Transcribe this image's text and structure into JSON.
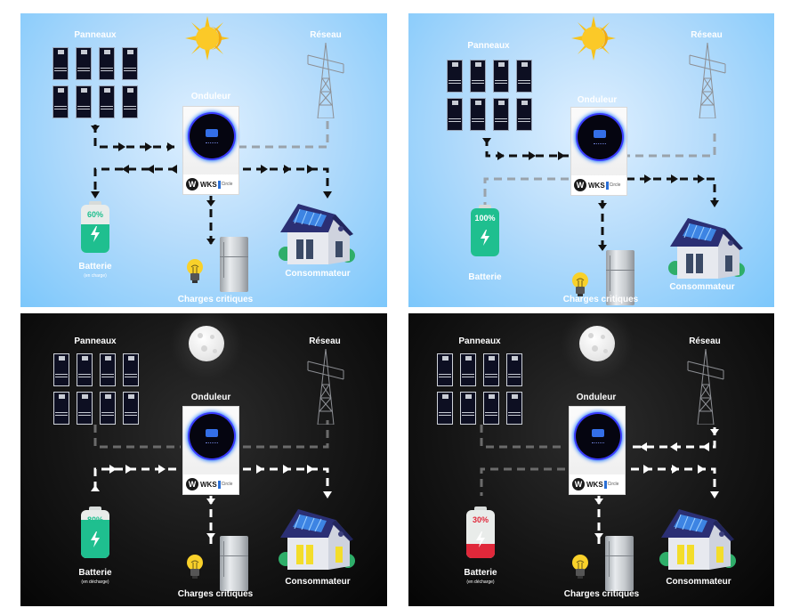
{
  "labels": {
    "panels": "Panneaux",
    "grid": "Réseau",
    "inverter": "Onduleur",
    "battery": "Batterie",
    "critical_loads": "Charges critiques",
    "consumer": "Consommateur"
  },
  "logo": {
    "brand": "WKS",
    "sub": "Circle",
    "mark": "W"
  },
  "colors": {
    "day_sky": "#7cc7fb",
    "night_sky": "#0a0a0a",
    "battery_green": "#1fbf8f",
    "battery_red": "#e0283a",
    "sun": "#f7c21b",
    "flow_day": "#111111",
    "flow_night": "#ffffff",
    "flow_inactive": "#9aa3ab"
  },
  "scenes": [
    {
      "id": "day-charging",
      "sky": "sun",
      "battery": {
        "percent": 60,
        "percent_text": "60%",
        "status": "(en charge)",
        "color": "#1fbf8f"
      }
    },
    {
      "id": "day-full",
      "sky": "sun",
      "battery": {
        "percent": 100,
        "percent_text": "100%",
        "status": "",
        "color": "#1fbf8f"
      }
    },
    {
      "id": "night-discharging",
      "sky": "moon",
      "battery": {
        "percent": 80,
        "percent_text": "80%",
        "status": "(en décharge)",
        "color": "#1fbf8f"
      }
    },
    {
      "id": "night-grid",
      "sky": "moon",
      "battery": {
        "percent": 30,
        "percent_text": "30%",
        "status": "(en décharge)",
        "color": "#e0283a"
      }
    }
  ]
}
